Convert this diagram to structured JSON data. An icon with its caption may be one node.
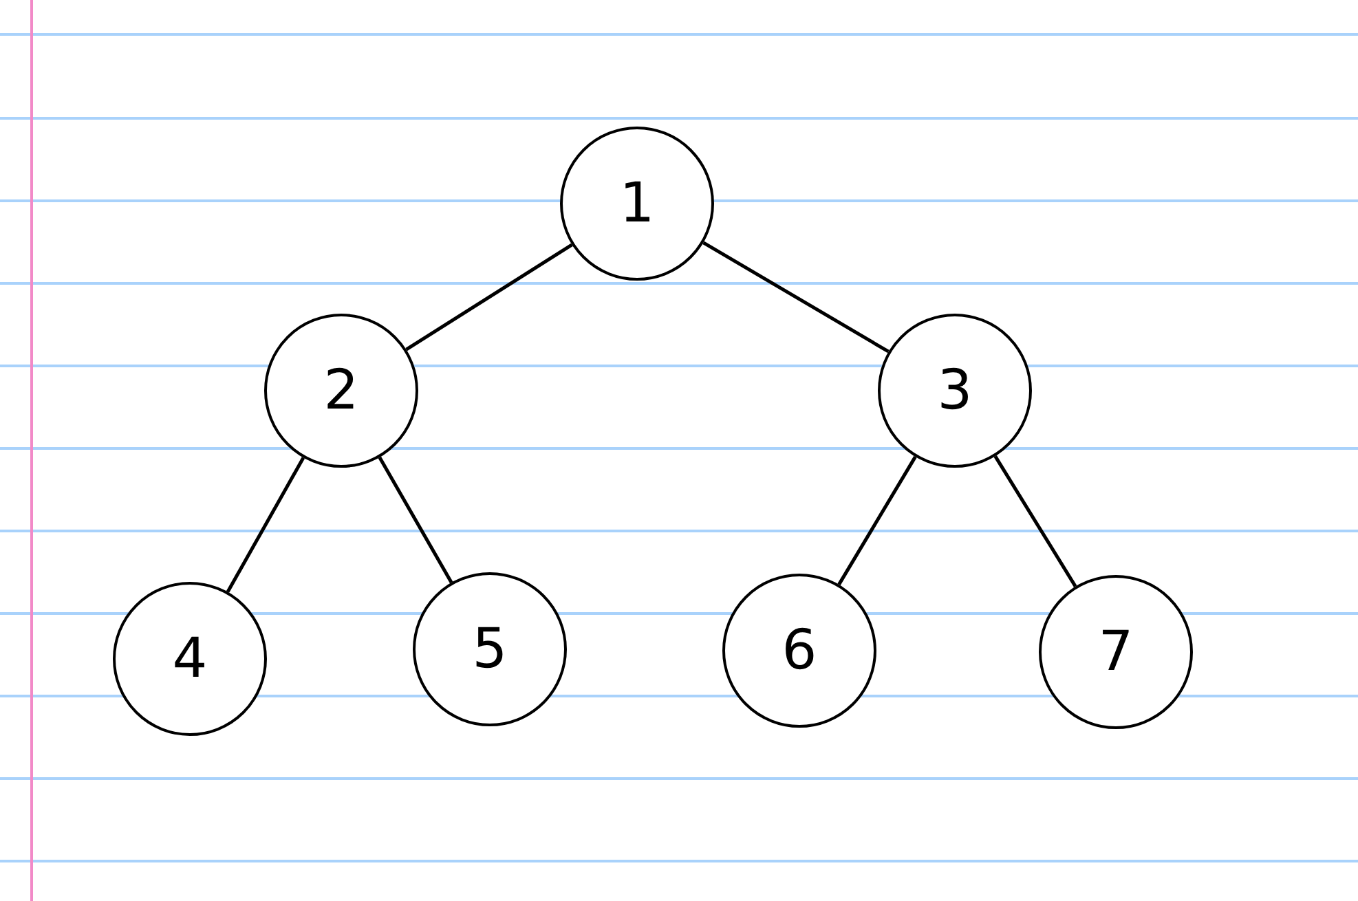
{
  "diagram": {
    "nodes": [
      {
        "text": [
          "1"
        ]
      },
      {
        "text": [
          "2"
        ]
      },
      {
        "text": [
          "3"
        ]
      },
      {
        "text": [
          "4"
        ]
      },
      {
        "text": [
          "5"
        ]
      },
      {
        "text": [
          "6"
        ]
      },
      {
        "text": [
          "7"
        ]
      }
    ],
    "edges": [
      {
        "from": 0,
        "to": 1,
        "arrow": "none"
      },
      {
        "from": 0,
        "to": 2,
        "arrow": "none"
      },
      {
        "from": 1,
        "to": 3,
        "arrow": "none"
      },
      {
        "from": 1,
        "to": 4,
        "arrow": "none"
      },
      {
        "from": 2,
        "to": 5,
        "arrow": "none"
      },
      {
        "from": 2,
        "to": 6,
        "arrow": "none"
      }
    ]
  }
}
